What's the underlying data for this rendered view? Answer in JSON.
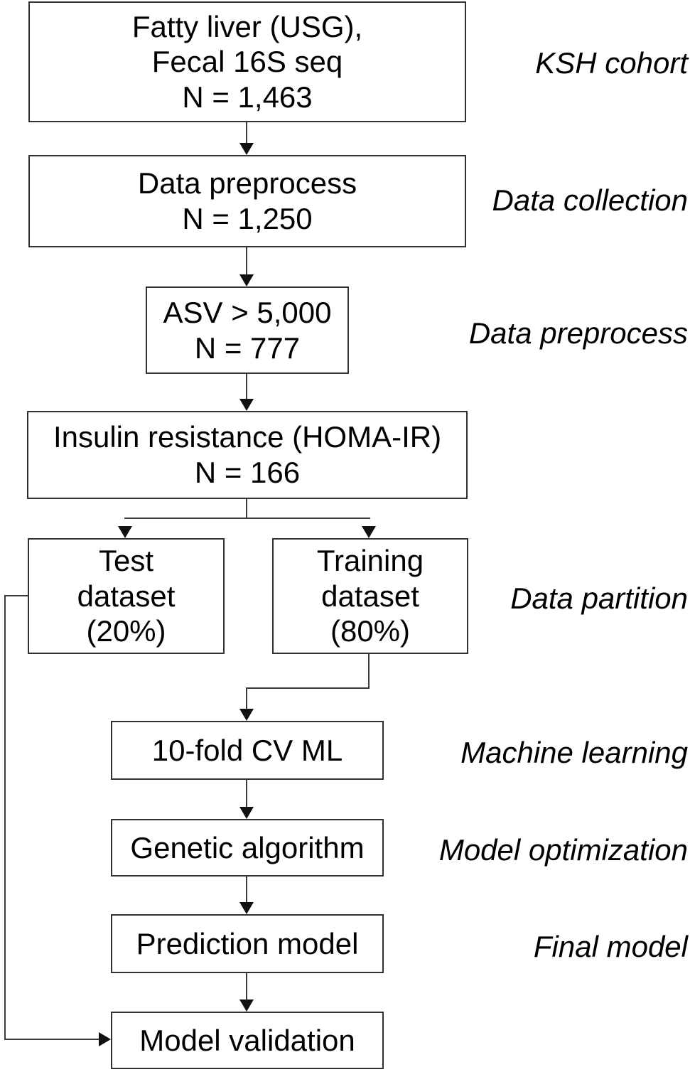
{
  "flow": {
    "boxes": {
      "cohort": {
        "lines": [
          "Fatty liver (USG),",
          "Fecal 16S seq",
          "N = 1,463"
        ]
      },
      "preprocess": {
        "lines": [
          "Data preprocess",
          "N = 1,250"
        ]
      },
      "asv": {
        "lines": [
          "ASV > 5,000",
          "N = 777"
        ]
      },
      "homa": {
        "lines": [
          "Insulin resistance (HOMA-IR)",
          "N = 166"
        ]
      },
      "test": {
        "lines": [
          "Test",
          "dataset",
          "(20%)"
        ]
      },
      "training": {
        "lines": [
          "Training",
          "dataset",
          "(80%)"
        ]
      },
      "cv": {
        "lines": [
          "10-fold CV ML"
        ]
      },
      "ga": {
        "lines": [
          "Genetic algorithm"
        ]
      },
      "prediction": {
        "lines": [
          "Prediction model"
        ]
      },
      "validation": {
        "lines": [
          "Model validation"
        ]
      }
    },
    "stage_labels": [
      "KSH cohort",
      "Data collection",
      "Data preprocess",
      "Data partition",
      "Machine learning",
      "Model optimization",
      "Final model"
    ],
    "edges": [
      "cohort->preprocess",
      "preprocess->asv",
      "asv->homa",
      "homa->test",
      "homa->training",
      "training->cv",
      "cv->ga",
      "ga->prediction",
      "prediction->validation",
      "test->validation"
    ],
    "colors": {
      "line": "#3a3a3a",
      "box_border": "#313131",
      "text": "#000000",
      "background": "#ffffff"
    }
  }
}
